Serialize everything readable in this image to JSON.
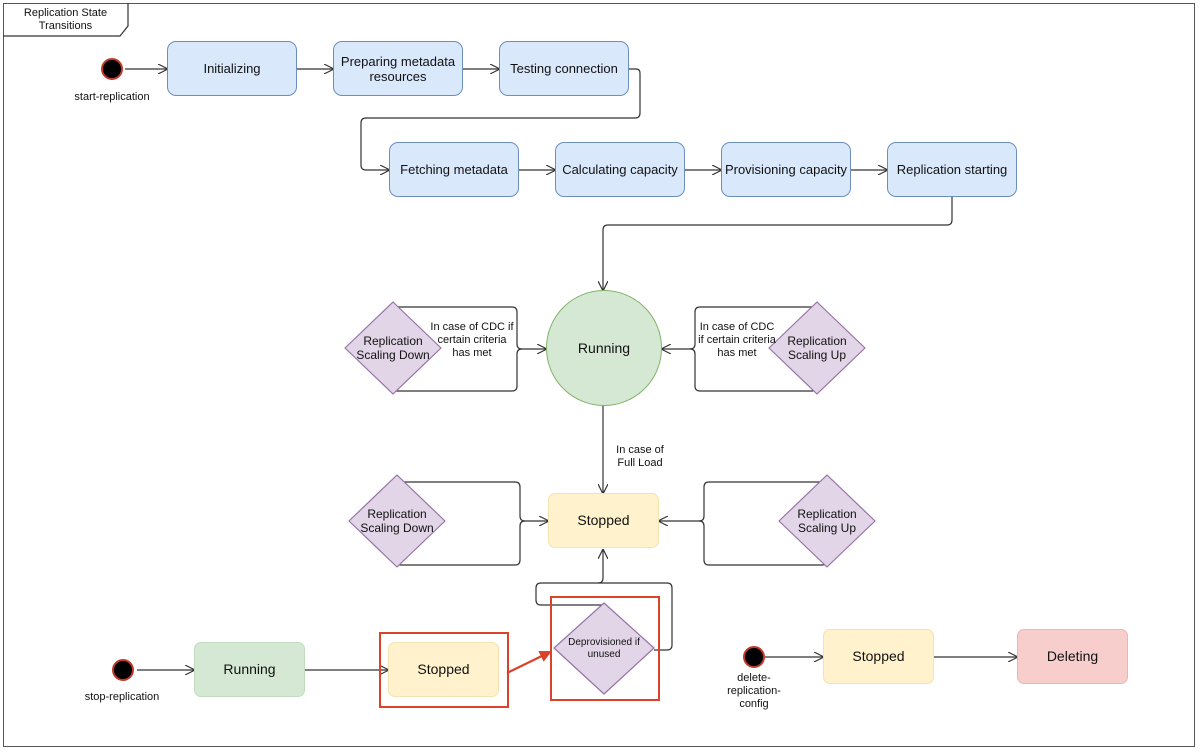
{
  "title": "Replication State Transitions",
  "start": {
    "label": "start-replication",
    "states": [
      "Initializing",
      "Preparing metadata resources",
      "Testing connection"
    ],
    "states_row2": [
      "Fetching metadata",
      "Calculating capacity",
      "Provisioning capacity",
      "Replication starting"
    ]
  },
  "running": {
    "label": "Running",
    "scale_down": "Replication Scaling Down",
    "scale_up": "Replication Scaling Up",
    "cdc_left": "In case of CDC if certain criteria has met",
    "cdc_right": "In case of CDC if certain criteria has met",
    "full_load": "In case of Full Load"
  },
  "stopped": {
    "label": "Stopped",
    "scale_down": "Replication Scaling Down",
    "scale_up": "Replication Scaling Up"
  },
  "stop": {
    "label": "stop-replication",
    "running": "Running",
    "stopped": "Stopped",
    "deprovisioned": "Deprovisioned if unused"
  },
  "delete": {
    "label": "delete-replication-config",
    "stopped": "Stopped",
    "deleting": "Deleting"
  },
  "colors": {
    "blue_fill": "#dae8fc",
    "green_fill": "#d5e8d4",
    "yellow_fill": "#fff2cc",
    "purple_fill": "#e1d5e7",
    "red_fill": "#f8cecc",
    "highlight": "#d9432a"
  }
}
